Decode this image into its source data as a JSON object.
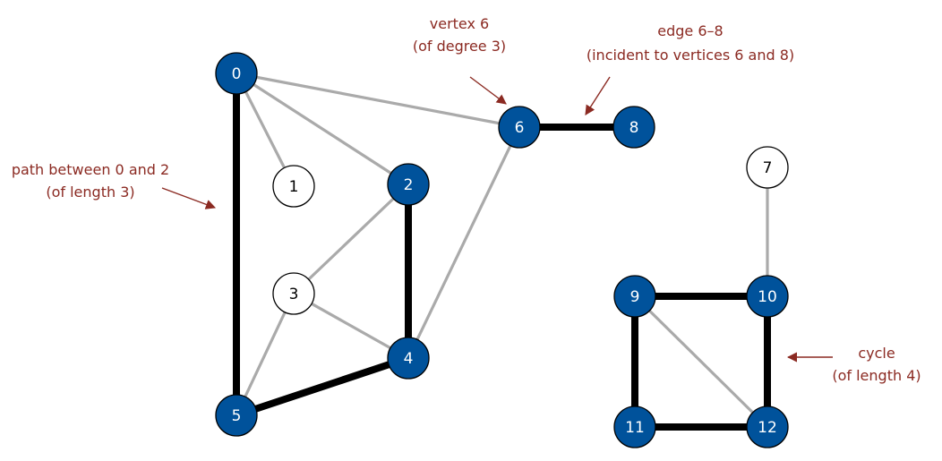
{
  "colors": {
    "highlight_vertex": "#00529b",
    "plain_vertex": "#ffffff",
    "vertex_outline": "#000000",
    "edge_plain": "#aaaaaa",
    "edge_highlight": "#000000",
    "annotation": "#8b2a22"
  },
  "vertices": [
    {
      "id": "0",
      "label": "0",
      "highlight": true
    },
    {
      "id": "1",
      "label": "1",
      "highlight": false
    },
    {
      "id": "2",
      "label": "2",
      "highlight": true
    },
    {
      "id": "3",
      "label": "3",
      "highlight": false
    },
    {
      "id": "4",
      "label": "4",
      "highlight": true
    },
    {
      "id": "5",
      "label": "5",
      "highlight": true
    },
    {
      "id": "6",
      "label": "6",
      "highlight": true
    },
    {
      "id": "7",
      "label": "7",
      "highlight": false
    },
    {
      "id": "8",
      "label": "8",
      "highlight": true
    },
    {
      "id": "9",
      "label": "9",
      "highlight": true
    },
    {
      "id": "10",
      "label": "10",
      "highlight": true
    },
    {
      "id": "11",
      "label": "11",
      "highlight": true
    },
    {
      "id": "12",
      "label": "12",
      "highlight": true
    }
  ],
  "edges": [
    {
      "from": "0",
      "to": "1",
      "highlight": false
    },
    {
      "from": "0",
      "to": "2",
      "highlight": false
    },
    {
      "from": "0",
      "to": "6",
      "highlight": false
    },
    {
      "from": "0",
      "to": "5",
      "highlight": true
    },
    {
      "from": "2",
      "to": "3",
      "highlight": false
    },
    {
      "from": "2",
      "to": "4",
      "highlight": true
    },
    {
      "from": "3",
      "to": "4",
      "highlight": false
    },
    {
      "from": "3",
      "to": "5",
      "highlight": false
    },
    {
      "from": "4",
      "to": "5",
      "highlight": true
    },
    {
      "from": "4",
      "to": "6",
      "highlight": false
    },
    {
      "from": "6",
      "to": "8",
      "highlight": true
    },
    {
      "from": "7",
      "to": "10",
      "highlight": false
    },
    {
      "from": "9",
      "to": "10",
      "highlight": true
    },
    {
      "from": "9",
      "to": "11",
      "highlight": true
    },
    {
      "from": "9",
      "to": "12",
      "highlight": false
    },
    {
      "from": "10",
      "to": "12",
      "highlight": true
    },
    {
      "from": "11",
      "to": "12",
      "highlight": true
    }
  ],
  "annotations": {
    "vertex": {
      "line1": "vertex 6",
      "line2": "(of degree 3)"
    },
    "edge": {
      "line1": "edge 6–8",
      "line2": "(incident to vertices 6 and 8)"
    },
    "path": {
      "line1": "path between 0 and 2",
      "line2": "(of length 3)"
    },
    "cycle": {
      "line1": "cycle",
      "line2": "(of length 4)"
    }
  }
}
